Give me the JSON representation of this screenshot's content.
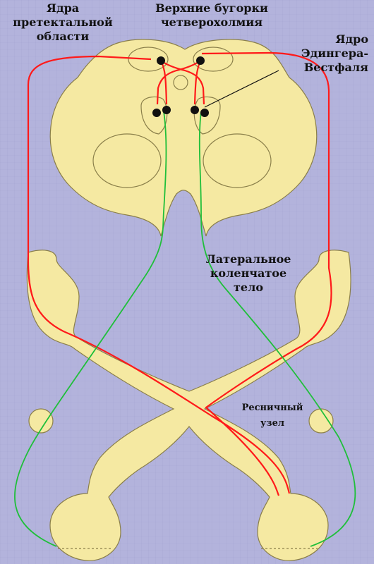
{
  "labels": {
    "pretectal": [
      "Ядра",
      "претектальной",
      "области"
    ],
    "superior_colliculi": [
      "Верхние бугорки",
      "четверохолмия"
    ],
    "edinger_westphal": [
      "Ядро",
      "Эдингера-",
      "Вестфаля"
    ],
    "lateral_geniculate": [
      "Латеральное",
      "коленчатое",
      "тело"
    ],
    "ciliary_ganglion": [
      "Ресничный",
      "узел"
    ]
  },
  "colors": {
    "background": "#b3b3dc",
    "background_grid": "#a6a6d2",
    "structure_fill": "#f5e9a2",
    "structure_stroke": "#8a7f4a",
    "afferent_pathway": "#ff1a1a",
    "efferent_pathway": "#1fbf3a",
    "nucleus": "#111111"
  }
}
